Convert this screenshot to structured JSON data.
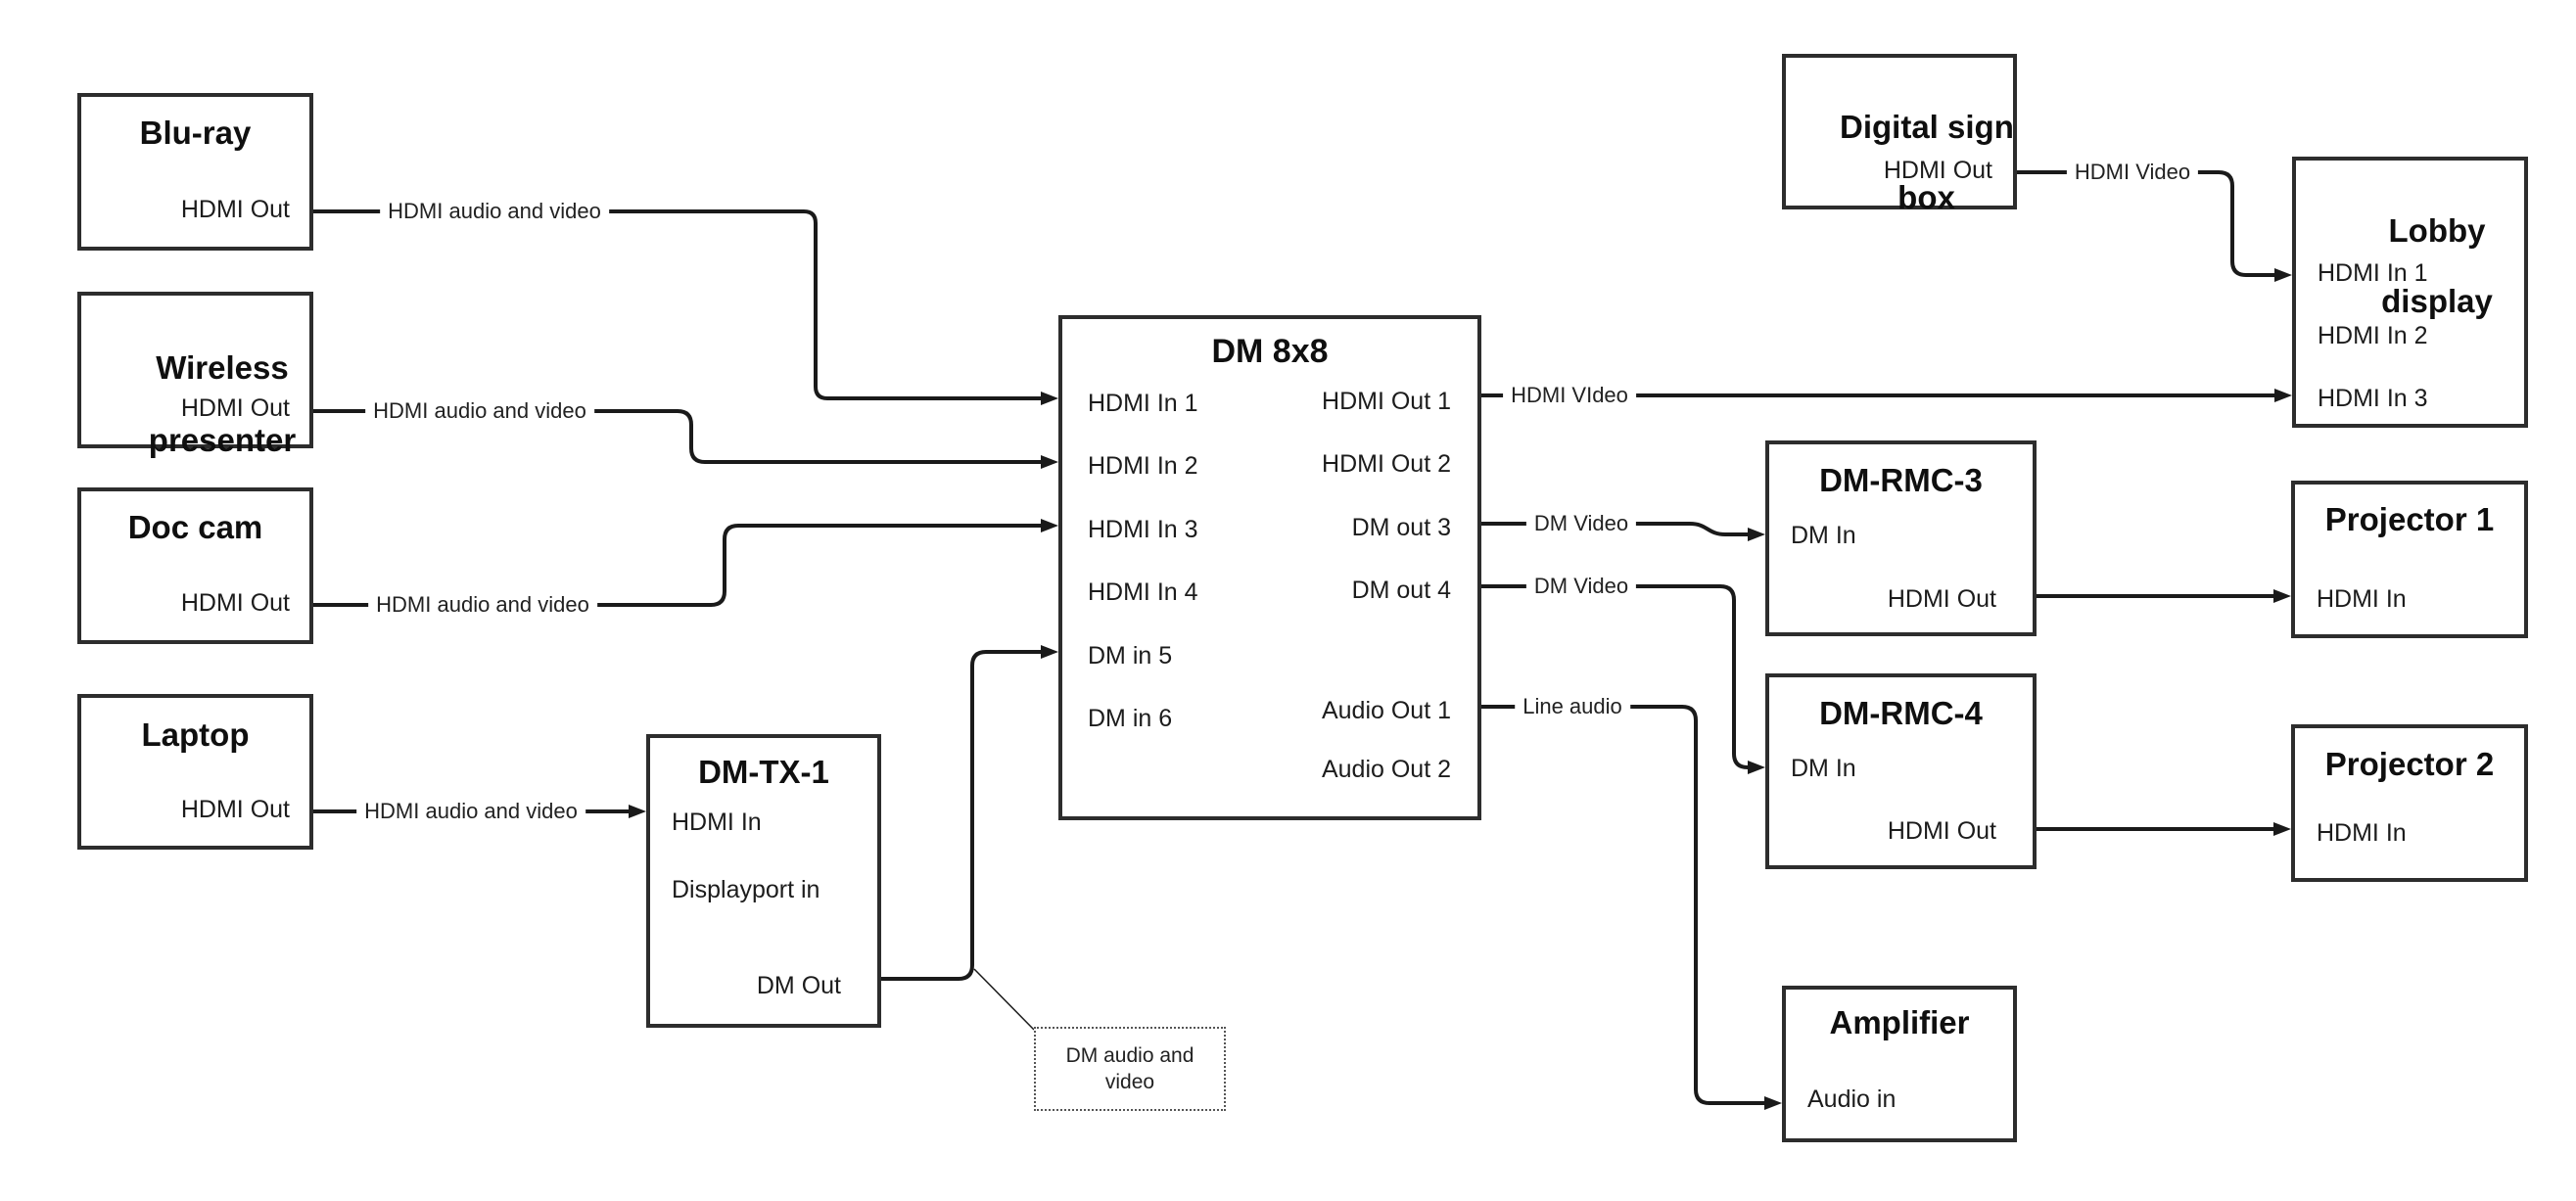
{
  "colors": {
    "wire": "#1a1a1a",
    "node_border": "#2d2d2d",
    "background": "#ffffff",
    "text": "#1c1c1c"
  },
  "nodes": {
    "blu_ray": {
      "title": "Blu-ray",
      "ports": {
        "hdmi_out": "HDMI Out"
      }
    },
    "wireless_presenter": {
      "title_line1": "Wireless",
      "title_line2": "presenter",
      "ports": {
        "hdmi_out": "HDMI Out"
      }
    },
    "doc_cam": {
      "title": "Doc cam",
      "ports": {
        "hdmi_out": "HDMI Out"
      }
    },
    "laptop": {
      "title": "Laptop",
      "ports": {
        "hdmi_out": "HDMI Out"
      }
    },
    "dm_tx_1": {
      "title": "DM-TX-1",
      "ports": {
        "hdmi_in": "HDMI In",
        "displayport_in": "Displayport in",
        "dm_out": "DM Out"
      }
    },
    "dm_8x8": {
      "title": "DM 8x8",
      "ports": {
        "hdmi_in_1": "HDMI In 1",
        "hdmi_in_2": "HDMI In 2",
        "hdmi_in_3": "HDMI In 3",
        "hdmi_in_4": "HDMI In 4",
        "dm_in_5": "DM in 5",
        "dm_in_6": "DM in 6",
        "hdmi_out_1": "HDMI Out 1",
        "hdmi_out_2": "HDMI Out 2",
        "dm_out_3": "DM out 3",
        "dm_out_4": "DM out 4",
        "audio_out_1": "Audio Out 1",
        "audio_out_2": "Audio Out 2"
      }
    },
    "digital_sign_box": {
      "title_line1": "Digital sign",
      "title_line2": "box",
      "ports": {
        "hdmi_out": "HDMI Out"
      }
    },
    "lobby_display": {
      "title_line1": "Lobby",
      "title_line2": "display",
      "ports": {
        "hdmi_in_1": "HDMI In 1",
        "hdmi_in_2": "HDMI In 2",
        "hdmi_in_3": "HDMI In 3"
      }
    },
    "dm_rmc_3": {
      "title": "DM-RMC-3",
      "ports": {
        "dm_in": "DM In",
        "hdmi_out": "HDMI Out"
      }
    },
    "projector_1": {
      "title": "Projector 1",
      "ports": {
        "hdmi_in": "HDMI In"
      }
    },
    "dm_rmc_4": {
      "title": "DM-RMC-4",
      "ports": {
        "dm_in": "DM In",
        "hdmi_out": "HDMI Out"
      }
    },
    "projector_2": {
      "title": "Projector 2",
      "ports": {
        "hdmi_in": "HDMI In"
      }
    },
    "amplifier": {
      "title": "Amplifier",
      "ports": {
        "audio_in": "Audio in"
      }
    }
  },
  "edge_labels": {
    "blu_ray_to_dm8x8": "HDMI audio and video",
    "wireless_to_dm8x8": "HDMI audio and video",
    "doc_cam_to_dm8x8": "HDMI audio and video",
    "laptop_to_dmtx": "HDMI audio and video",
    "hdmi_out1_to_lobby": "HDMI VIdeo",
    "dm_out3_to_rmc3": "DM Video",
    "dm_out4_to_rmc4": "DM Video",
    "audio_out1_to_amp": "Line audio",
    "sign_to_lobby": "HDMI Video"
  },
  "callout": {
    "line1": "DM audio and",
    "line2": "video"
  }
}
